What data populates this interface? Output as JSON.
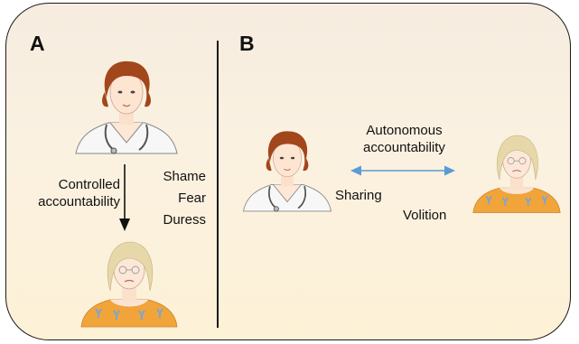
{
  "panels": {
    "a": {
      "letter": "A",
      "arrow_label": [
        "Controlled",
        "accountability"
      ],
      "pressures": [
        "Shame",
        "Fear",
        "Duress"
      ]
    },
    "b": {
      "letter": "B",
      "arrow_label": [
        "Autonomous",
        "accountability"
      ],
      "left_word": "Sharing",
      "right_word": "Volition"
    }
  },
  "colors": {
    "background": "#fbf1e1",
    "frame": "#1a1a1a",
    "bidirectional_arrow": "#5b9bd5",
    "doctor_hair": "#a2471b",
    "patient_hair": "#e7d8aa",
    "patient_shirt": "#f0a43a",
    "patient_shirt_marks": "#7aa6d3"
  }
}
